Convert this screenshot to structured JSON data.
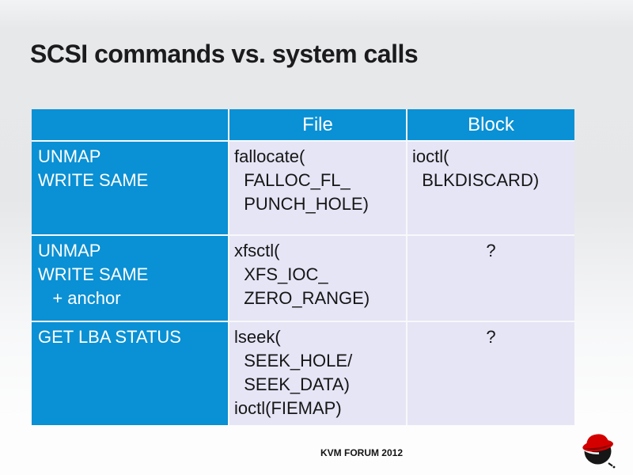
{
  "slide": {
    "title": "SCSI commands vs. system calls",
    "footer": "KVM FORUM 2012"
  },
  "colors": {
    "header_blue": "#0a90d4",
    "cell_lavender": "#e5e5f6",
    "logo_red": "#d40000",
    "background_gray": "#e6e7e9"
  },
  "logo": {
    "name": "red-hat-logo"
  },
  "table": {
    "headers": [
      "",
      "File",
      "Block"
    ],
    "rows": [
      {
        "command": "UNMAP\nWRITE SAME",
        "file": "fallocate(\n  FALLOC_FL_\n  PUNCH_HOLE)",
        "block": "ioctl(\n  BLKDISCARD)"
      },
      {
        "command": "UNMAP\nWRITE SAME\n   + anchor",
        "file": "xfsctl(\n  XFS_IOC_\n  ZERO_RANGE)",
        "block": "?"
      },
      {
        "command": "GET LBA STATUS",
        "file": "lseek(\n  SEEK_HOLE/\n  SEEK_DATA)\nioctl(FIEMAP)",
        "block": "?"
      }
    ]
  }
}
